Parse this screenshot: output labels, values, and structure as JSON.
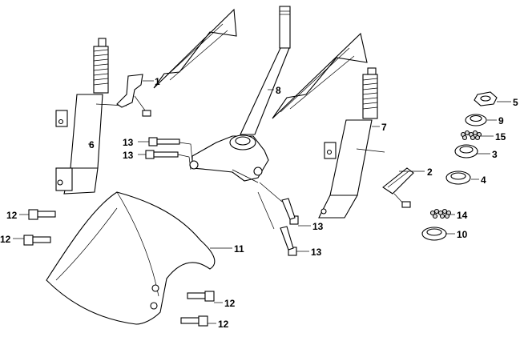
{
  "callouts": {
    "c1": "1",
    "c2": "2",
    "c3": "3",
    "c4": "4",
    "c5": "5",
    "c6": "6",
    "c7": "7",
    "c8": "8",
    "c9": "9",
    "c10": "10",
    "c11": "11",
    "c12a": "12",
    "c12b": "12",
    "c12c": "12",
    "c12d": "12",
    "c13a": "13",
    "c13b": "13",
    "c13c": "13",
    "c13d": "13",
    "c14": "14",
    "c15": "15"
  }
}
